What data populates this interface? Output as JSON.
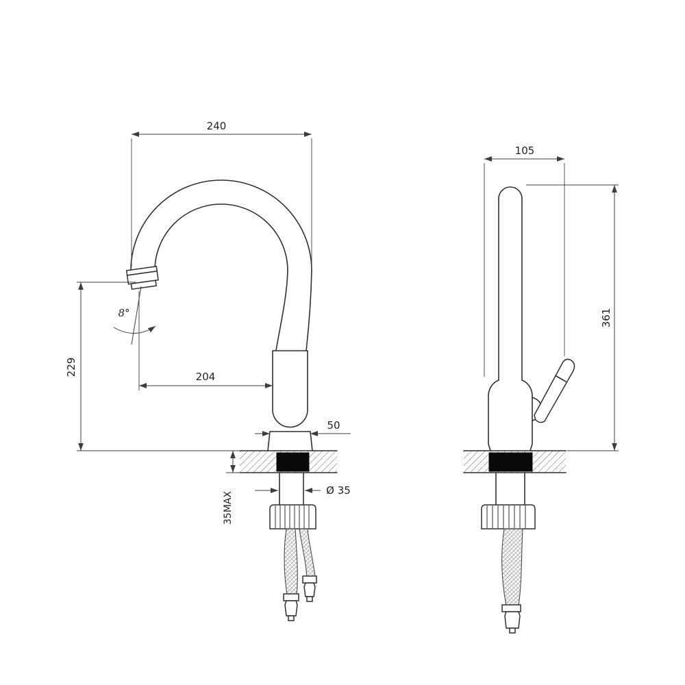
{
  "page": {
    "title": "Kitchen faucet installation dimension drawing",
    "background": "#ffffff",
    "line_color": "#2f2f2f"
  },
  "drawing": {
    "front_view": {
      "dims": {
        "overall_width": "240",
        "spout_height": "229",
        "spout_reach": "204",
        "base_width": "50",
        "swivel_angle": "8°",
        "hole_diameter": "Ø 35",
        "deck_thickness": "35MAX"
      }
    },
    "side_view": {
      "dims": {
        "depth": "105",
        "overall_height": "361"
      }
    }
  }
}
